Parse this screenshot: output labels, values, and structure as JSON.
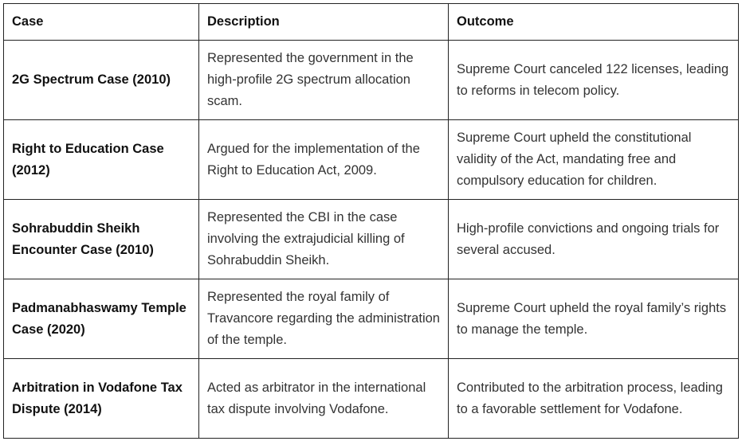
{
  "table": {
    "headers": [
      "Case",
      "Description",
      "Outcome"
    ],
    "rows": [
      {
        "case": "2G Spectrum Case (2010)",
        "description": "Represented the government in the high-profile 2G spectrum allocation scam.",
        "outcome": "Supreme Court canceled 122 licenses, leading to reforms in telecom policy."
      },
      {
        "case": "Right to Education Case (2012)",
        "description": "Argued for the implementation of the Right to Education Act, 2009.",
        "outcome": "Supreme Court upheld the constitutional validity of the Act, mandating free and compulsory education for children."
      },
      {
        "case": "Sohrabuddin Sheikh Encounter Case (2010)",
        "description": "Represented the CBI in the case involving the extrajudicial killing of Sohrabuddin Sheikh.",
        "outcome": "High-profile convictions and ongoing trials for several accused."
      },
      {
        "case": "Padmanabhaswamy Temple Case (2020)",
        "description": "Represented the royal family of Travancore regarding the administration of the temple.",
        "outcome": "Supreme Court upheld the royal family’s rights to manage the temple."
      },
      {
        "case": "Arbitration in Vodafone Tax Dispute (2014)",
        "description": "Acted as arbitrator in the international tax dispute involving Vodafone.",
        "outcome": "Contributed to the arbitration process, leading to a favorable settlement for Vodafone."
      }
    ]
  }
}
